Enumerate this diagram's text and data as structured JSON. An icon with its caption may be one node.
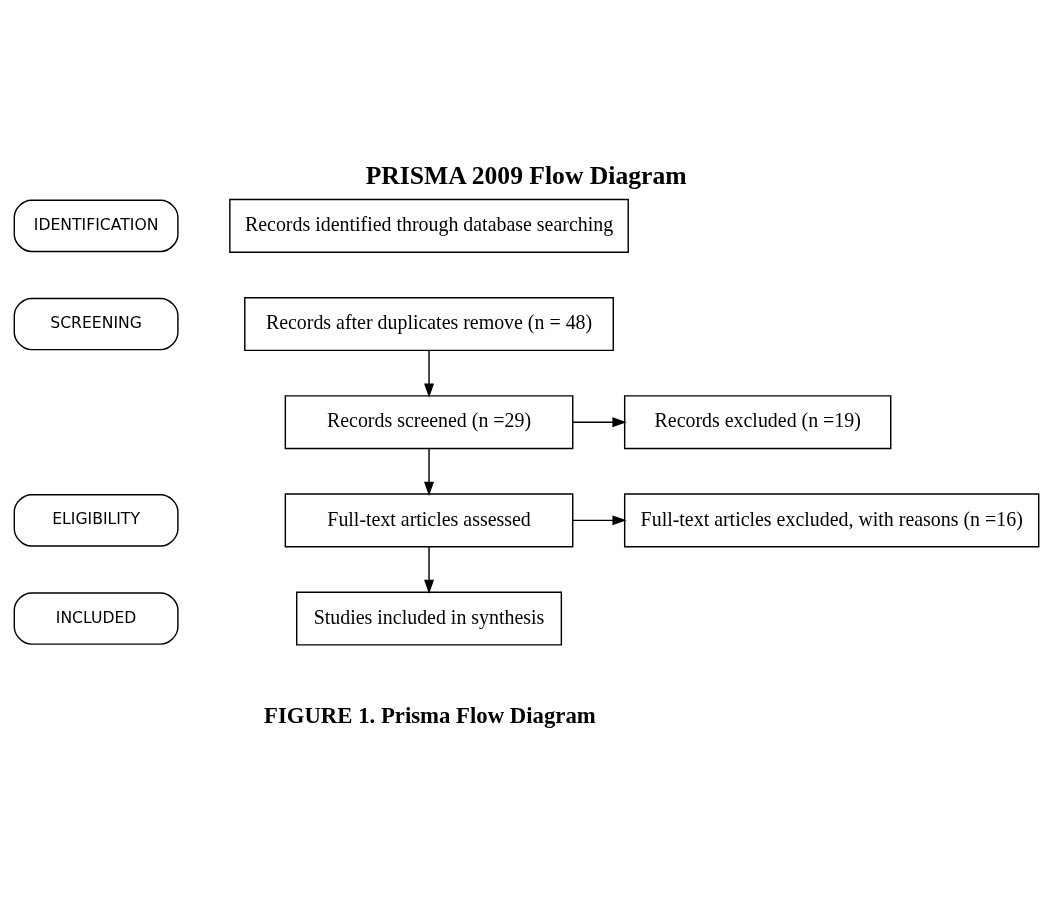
{
  "diagram": {
    "title": "PRISMA 2009 Flow Diagram",
    "caption": "FIGURE 1. Prisma Flow Diagram",
    "nodes": [
      {
        "text": [
          "IDENTIFICATION"
        ]
      },
      {
        "text": [
          "Records identified through database searching"
        ]
      },
      {
        "text": [
          "SCREENING"
        ]
      },
      {
        "text": [
          "Records after duplicates remove (n = 48)"
        ]
      },
      {
        "text": [
          "Records screened (n =29)"
        ]
      },
      {
        "text": [
          "Records excluded (n =19)"
        ]
      },
      {
        "text": [
          "ELIGIBILITY"
        ]
      },
      {
        "text": [
          "Full-text articles assessed"
        ]
      },
      {
        "text": [
          "Full-text articles excluded, with reasons (n =16)"
        ]
      },
      {
        "text": [
          "INCLUDED"
        ]
      },
      {
        "text": [
          "Studies included in synthesis"
        ]
      }
    ],
    "edges": [
      {
        "from": 3,
        "to": 4,
        "arrow": "to"
      },
      {
        "from": 4,
        "to": 5,
        "arrow": "to"
      },
      {
        "from": 4,
        "to": 7,
        "arrow": "to"
      },
      {
        "from": 7,
        "to": 8,
        "arrow": "to"
      },
      {
        "from": 7,
        "to": 10,
        "arrow": "to"
      }
    ]
  }
}
